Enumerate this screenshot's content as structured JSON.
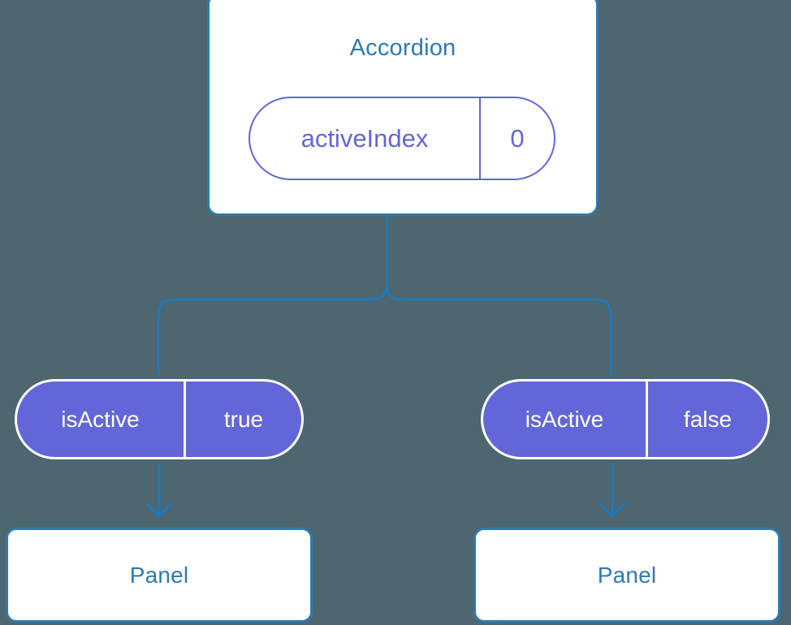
{
  "diagram": {
    "type": "component-tree",
    "background_color": "#4d6670",
    "accent_blue": "#2e7ab0",
    "connector_blue": "#2178b5",
    "accent_purple": "#6366d8",
    "root": {
      "title": "Accordion",
      "state": {
        "key": "activeIndex",
        "value": "0"
      }
    },
    "branches": [
      {
        "prop": {
          "key": "isActive",
          "value": "true"
        },
        "child": {
          "title": "Panel"
        }
      },
      {
        "prop": {
          "key": "isActive",
          "value": "false"
        },
        "child": {
          "title": "Panel"
        }
      }
    ]
  }
}
